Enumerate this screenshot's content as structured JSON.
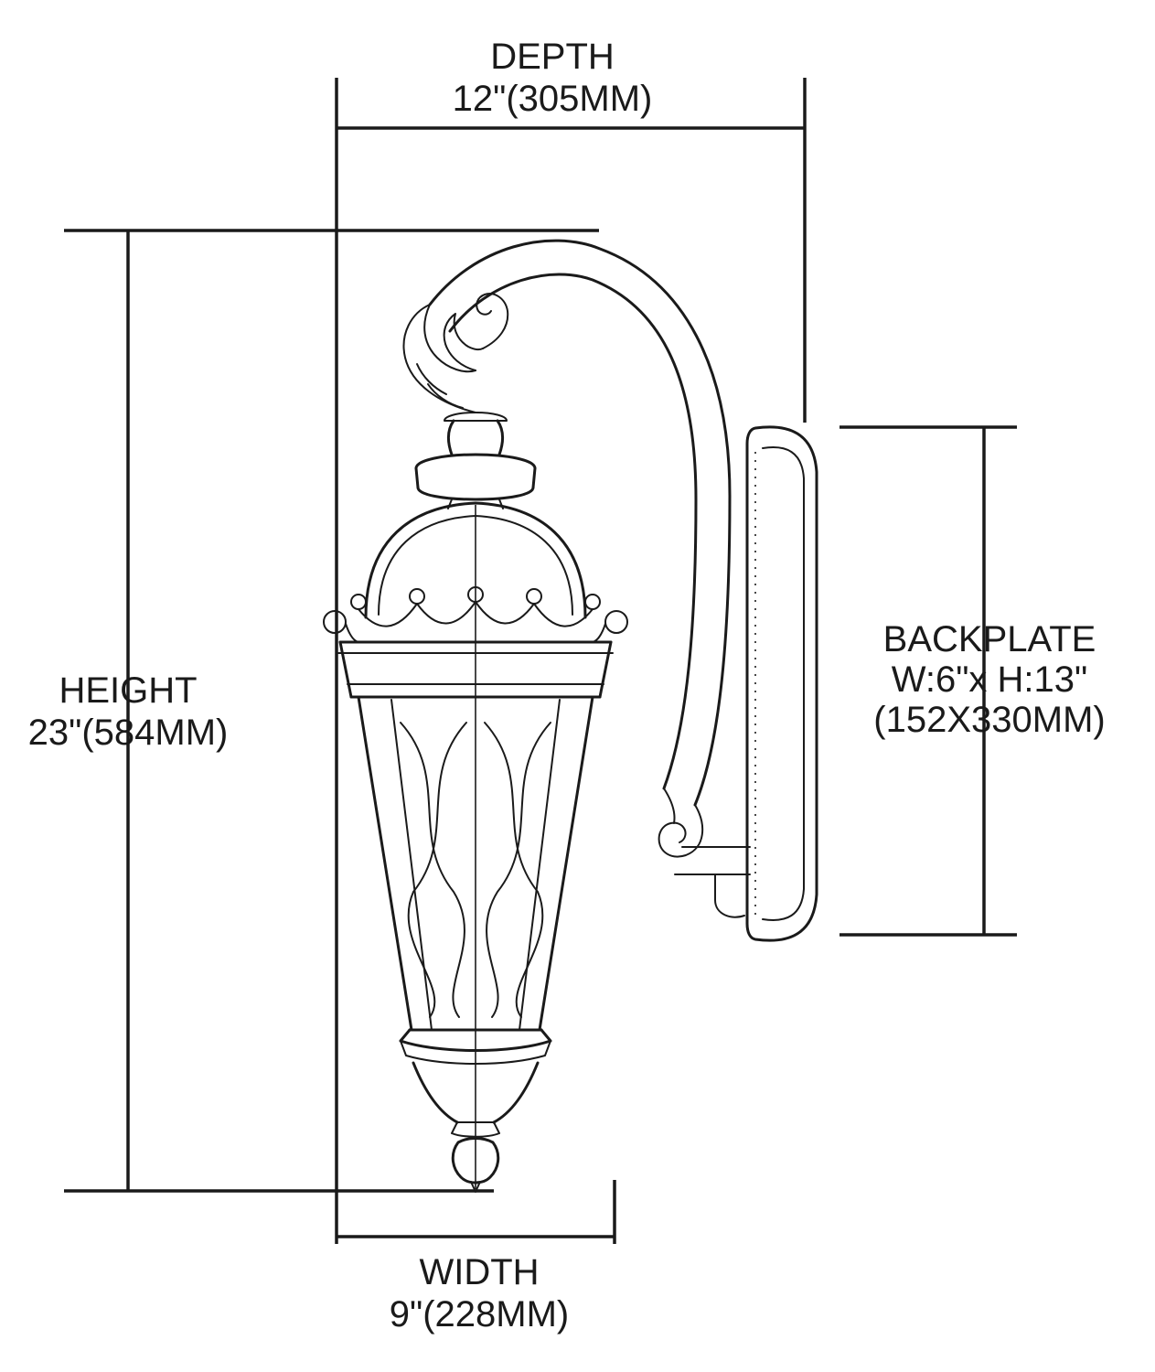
{
  "page": {
    "background": "#ffffff",
    "line_color": "#1a1a1a"
  },
  "diagram": {
    "kind": "product dimension line drawing",
    "subject": "ornate outdoor wall-mount lantern sconce with scroll arm and backplate",
    "dimensions": {
      "depth": {
        "label": "DEPTH",
        "value": "12\"(305MM)"
      },
      "height": {
        "label": "HEIGHT",
        "value": "23\"(584MM)"
      },
      "width": {
        "label": "WIDTH",
        "value": "9\"(228MM)"
      },
      "backplate": {
        "label": "BACKPLATE",
        "size": "W:6\"x H:13\"",
        "metric": "(152X330MM)"
      }
    }
  }
}
